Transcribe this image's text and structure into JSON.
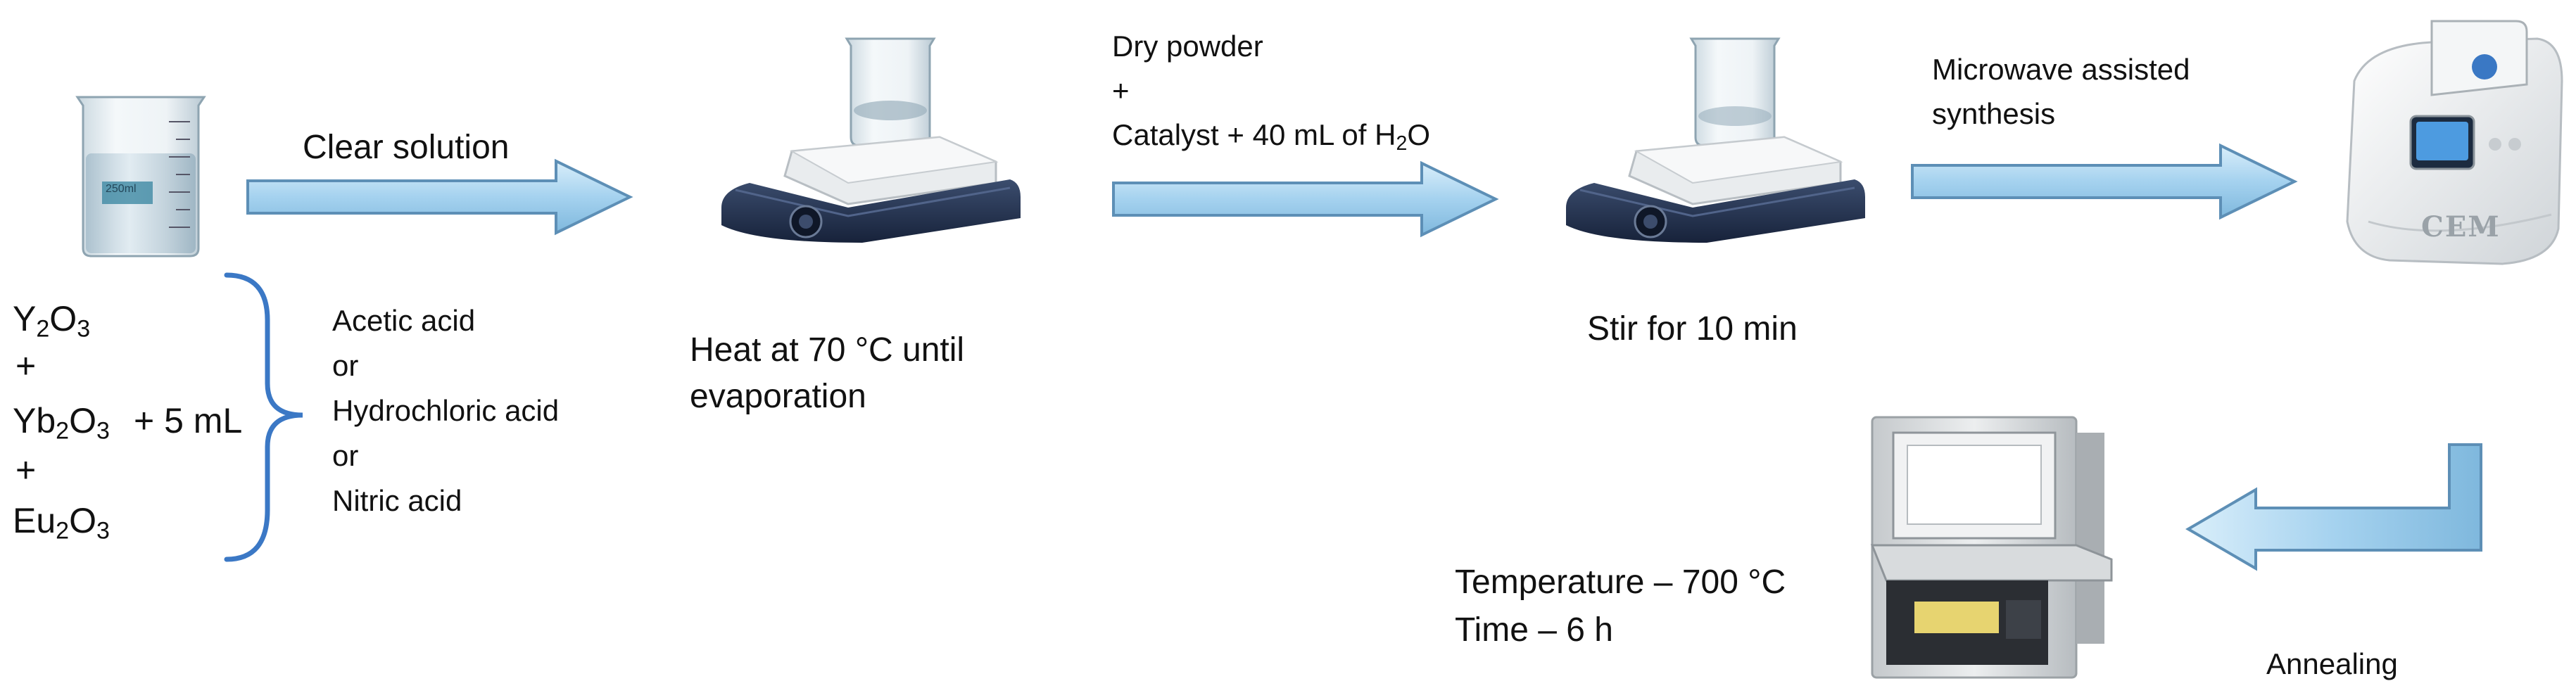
{
  "reagents": {
    "y": {
      "base": "Y",
      "sub1": "2",
      "mid": "O",
      "sub2": "3"
    },
    "plus1": "+",
    "yb": {
      "base": "Yb",
      "sub1": "2",
      "mid": "O",
      "sub2": "3"
    },
    "volume": "+ 5 mL",
    "plus2": "+",
    "eu": {
      "base": "Eu",
      "sub1": "2",
      "mid": "O",
      "sub2": "3"
    }
  },
  "acids": {
    "line1": "Acetic acid",
    "or1": "or",
    "line2": "Hydrochloric acid",
    "or2": "or",
    "line3": "Nitric acid"
  },
  "beaker": {
    "label": "250ml"
  },
  "steps": {
    "clear_solution": "Clear solution",
    "heat": {
      "line1": "Heat at 70 °C until",
      "line2": "evaporation"
    },
    "dry": {
      "line1": "Dry powder",
      "line2": "+",
      "line3_pre": "Catalyst + 40 mL of H",
      "line3_sub": "2",
      "line3_post": "O"
    },
    "stir": "Stir for 10 min",
    "microwave": {
      "line1": "Microwave assisted",
      "line2": "synthesis"
    },
    "microwave_brand": "CEM",
    "annealing": "Annealing",
    "conditions": {
      "temp": "Temperature – 700 °C",
      "time": "Time – 6 h"
    }
  },
  "colors": {
    "arrow_fill": "#a7d3ee",
    "arrow_stroke": "#5d8fb6",
    "brace": "#3b78c5",
    "hotplate_base": "#24334f",
    "hotplate_top": "#eef0f1"
  }
}
